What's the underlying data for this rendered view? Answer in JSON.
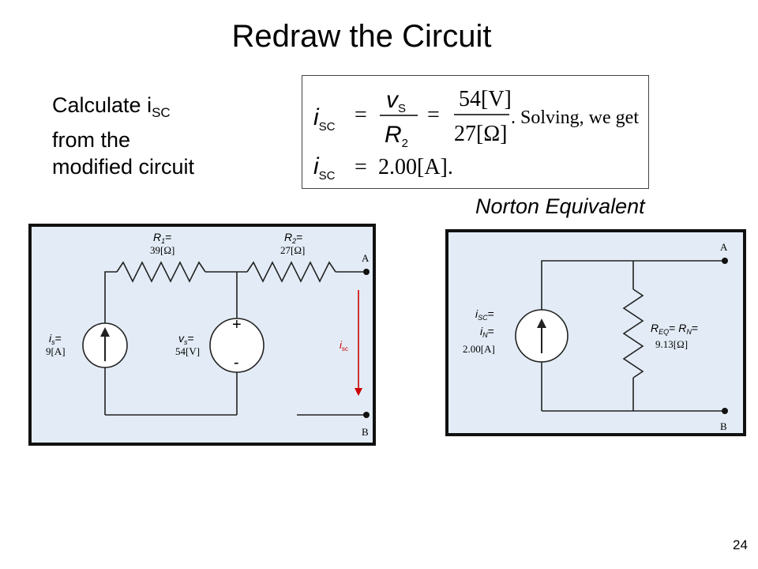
{
  "title": "Redraw the Circuit",
  "calc": {
    "line1": "Calculate i",
    "line1_sub": "SC",
    "line2": "from the",
    "line3": "modified circuit"
  },
  "equation": {
    "lhs_var": "i",
    "lhs_sub": "SC",
    "num_var": "v",
    "num_sub": "S",
    "den_var": "R",
    "den_sub": "2",
    "num_value": "54[V]",
    "den_value": "27[Ω]",
    "solving": ". Solving, we get",
    "result_value": "2.00[A]."
  },
  "norton_label": "Norton Equivalent",
  "left_circuit": {
    "r1": {
      "var": "R",
      "sub": "1",
      "eq": "=",
      "value": "39[Ω]"
    },
    "r2": {
      "var": "R",
      "sub": "2",
      "eq": "=",
      "value": "27[Ω]"
    },
    "is": {
      "var": "i",
      "sub": "s",
      "eq": "=",
      "value": "9[A]"
    },
    "vs": {
      "var": "v",
      "sub": "s",
      "eq": "=",
      "value": "54[V]",
      "plus": "+",
      "minus": "-"
    },
    "isc": {
      "var": "i",
      "sub": "sc"
    },
    "node_a": "A",
    "node_b": "B"
  },
  "norton_circuit": {
    "isc_var": "i",
    "isc_sub": "SC",
    "isc_eq": "=",
    "in_var": "i",
    "in_sub": "N",
    "in_eq": "=",
    "source_value": "2.00[A]",
    "req_var": "R",
    "req_sub": "EQ",
    "req_eq": "= ",
    "rn_var": "R",
    "rn_sub": "N",
    "rn_eq": "=",
    "r_value": "9.13[Ω]",
    "node_a": "A",
    "node_b": "B"
  },
  "page_number": "24",
  "colors": {
    "panel_bg": "#e3ecf6",
    "current_arrow": "#cc0000"
  }
}
